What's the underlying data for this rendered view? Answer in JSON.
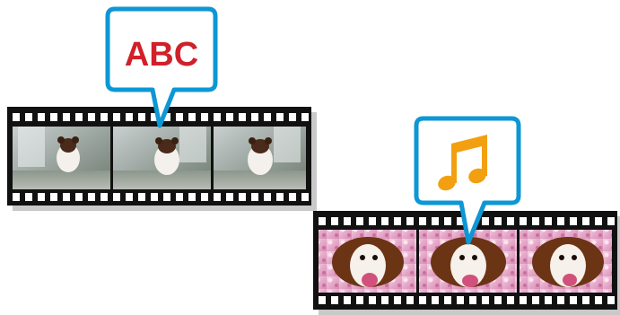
{
  "captions": {
    "text_bubble": {
      "label": "ABC",
      "color": "#d1202a",
      "border": "#0d97d4"
    },
    "music_bubble": {
      "icon": "music-note-icon",
      "color": "#f2a011",
      "border": "#0d97d4"
    }
  },
  "filmstrips": [
    {
      "name": "walking-dog-clip",
      "frame_count": 3
    },
    {
      "name": "dog-closeup-clip",
      "frame_count": 3
    }
  ],
  "colors": {
    "film": "#111111",
    "sprocket": "#ffffff",
    "shadow": "#c9c9c9"
  }
}
